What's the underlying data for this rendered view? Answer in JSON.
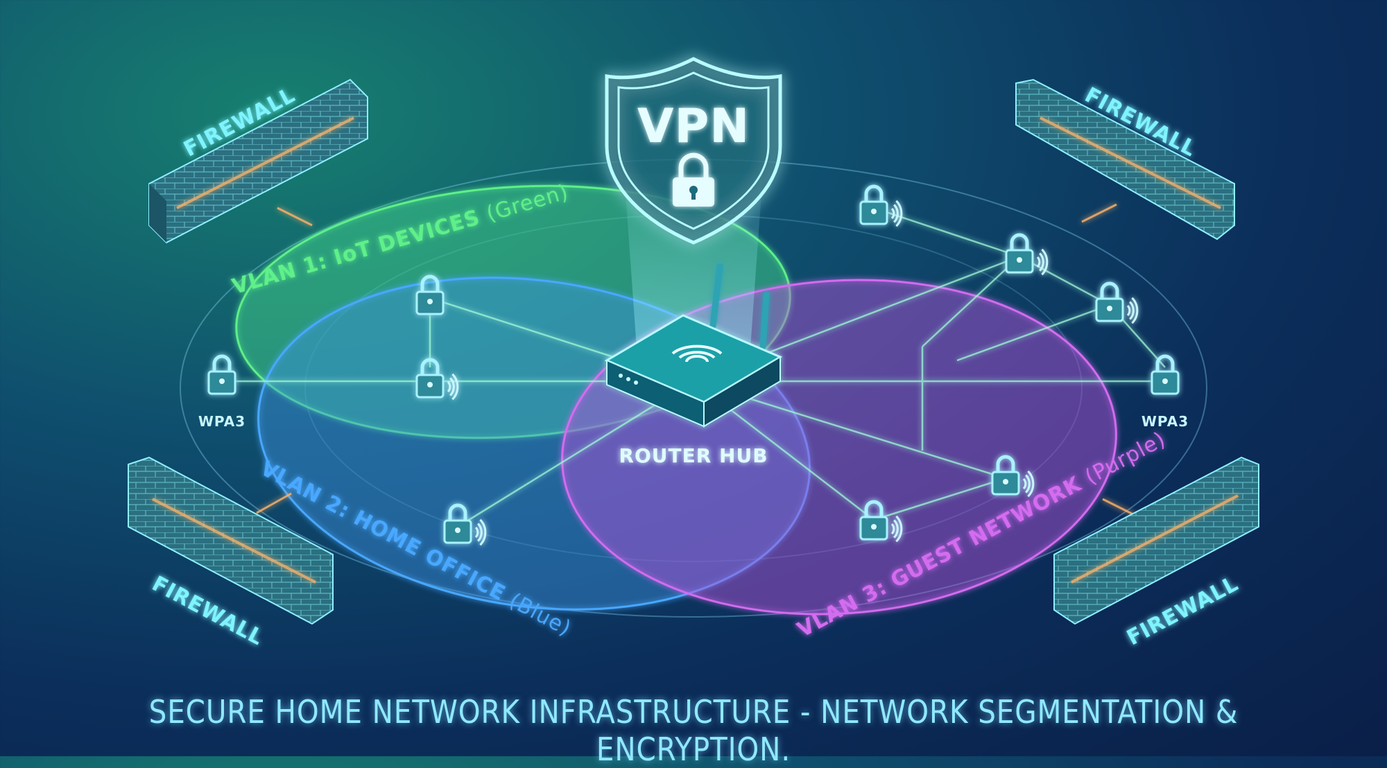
{
  "vpn_label": "VPN",
  "router_label": "ROUTER HUB",
  "firewall_label": "FIREWALL",
  "wpa_label": "WPA3",
  "vlans": [
    {
      "title": "VLAN 1: IoT DEVICES",
      "suffix": "(Green)",
      "color": "#5ef08a"
    },
    {
      "title": "VLAN 2: HOME OFFICE",
      "suffix": "(Blue)",
      "color": "#4aa8ff"
    },
    {
      "title": "VLAN 3: GUEST NETWORK",
      "suffix": "(Purple)",
      "color": "#d46cf0"
    }
  ],
  "caption": "SECURE HOME NETWORK INFRASTRUCTURE - NETWORK SEGMENTATION & ENCRYPTION.",
  "colors": {
    "glow": "#7ff4ff",
    "firewall": "#2e7b8c",
    "background": "#0b2e5a"
  }
}
